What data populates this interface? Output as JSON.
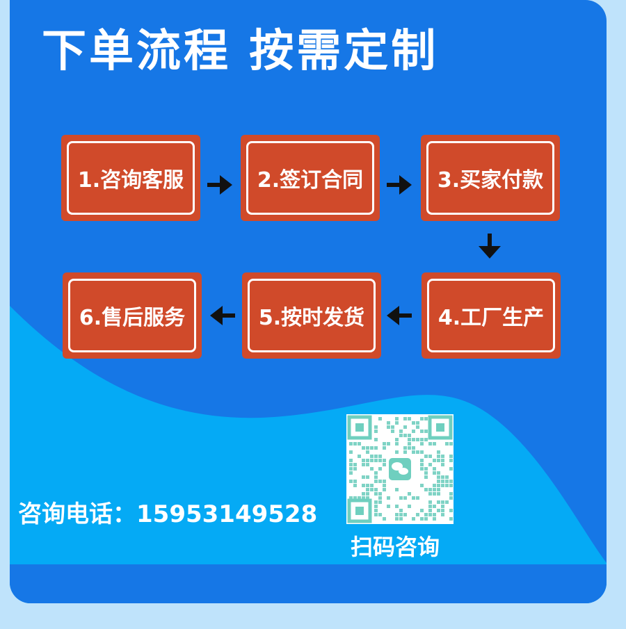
{
  "title": "下单流程 按需定制",
  "colors": {
    "page_bg": "#bfe3fb",
    "card_bg": "#1677e6",
    "wave_light": "#05aaf5",
    "step_bg": "#d04a2a",
    "qr_teal": "#6fcfbf",
    "text": "#ffffff"
  },
  "steps": [
    {
      "label": "1.咨询客服"
    },
    {
      "label": "2.签订合同"
    },
    {
      "label": "3.买家付款"
    },
    {
      "label": "4.工厂生产"
    },
    {
      "label": "5.按时发货"
    },
    {
      "label": "6.售后服务"
    }
  ],
  "arrows": [
    {
      "direction": "right",
      "icon": "arrow-right-icon"
    },
    {
      "direction": "right",
      "icon": "arrow-right-icon"
    },
    {
      "direction": "down",
      "icon": "arrow-down-icon"
    },
    {
      "direction": "left",
      "icon": "arrow-left-icon"
    },
    {
      "direction": "left",
      "icon": "arrow-left-icon"
    }
  ],
  "contact": {
    "phone_text": "咨询电话：15953149528"
  },
  "qr": {
    "icon": "wechat-qr-icon",
    "caption": "扫码咨询"
  }
}
